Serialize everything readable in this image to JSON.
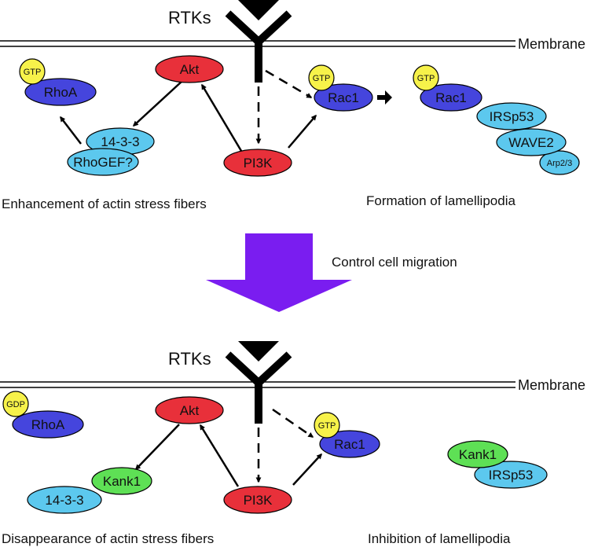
{
  "colors": {
    "akt_pi3k": "#e8303a",
    "rhoa_rac1": "#4545dd",
    "light_blue": "#5cc8ee",
    "gtp_yellow": "#f7f24a",
    "kank1_green": "#5ee055",
    "arrow_purple": "#7a1df0",
    "membrane": "#000000"
  },
  "top": {
    "rtks": "RTKs",
    "membrane": "Membrane",
    "gtp_rhoa": "GTP",
    "rhoa": "RhoA",
    "akt": "Akt",
    "gtp_rac1": "GTP",
    "rac1": "Rac1",
    "gtp_rac1_complex": "GTP",
    "rac1_complex": "Rac1",
    "irsp53": "IRSp53",
    "wave2": "WAVE2",
    "arp23": "Arp2/3",
    "p1433": "14-3-3",
    "rhogef": "RhoGEF?",
    "pi3k": "PI3K",
    "caption_left": "Enhancement of actin stress fibers",
    "caption_right": "Formation of lamellipodia"
  },
  "middle": {
    "label": "Control cell migration"
  },
  "bottom": {
    "rtks": "RTKs",
    "membrane": "Membrane",
    "gdp_rhoa": "GDP",
    "rhoa": "RhoA",
    "akt": "Akt",
    "gtp_rac1": "GTP",
    "rac1": "Rac1",
    "kank1_left": "Kank1",
    "p1433": "14-3-3",
    "pi3k": "PI3K",
    "kank1_right": "Kank1",
    "irsp53": "IRSp53",
    "caption_left": "Disappearance of actin stress fibers",
    "caption_right": "Inhibition of lamellipodia"
  }
}
